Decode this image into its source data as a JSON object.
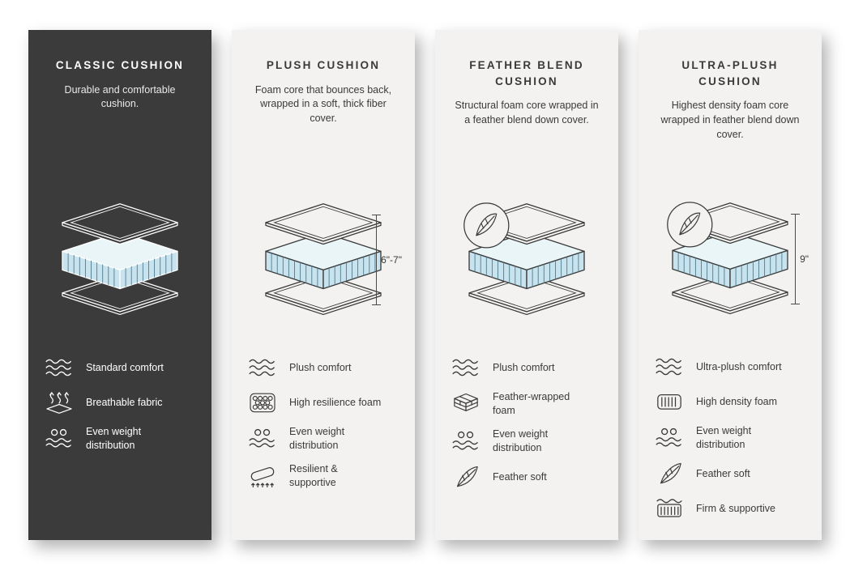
{
  "infographic": {
    "subject": "cushion comparison",
    "colors": {
      "dark_card_bg": "#3b3b3b",
      "light_card_bg": "#f3f2f0",
      "foam_side_blue": "#c8e3ee",
      "foam_top_blue": "#eaf5f8",
      "line_dark": "#3a3a3a",
      "line_light": "#ffffff"
    }
  },
  "columns": [
    {
      "id": "classic",
      "title": "CLASSIC CUSHION",
      "description": "Durable and comfortable cushion.",
      "theme": "dark",
      "feather_badge": false,
      "measurement": "",
      "features": [
        {
          "icon": "comfort-waves",
          "label": "Standard comfort"
        },
        {
          "icon": "breathable-fabric",
          "label": "Breathable fabric"
        },
        {
          "icon": "even-weight",
          "label": "Even weight distribution"
        }
      ]
    },
    {
      "id": "plush",
      "title": "PLUSH CUSHION",
      "description": "Foam core that bounces back, wrapped in a soft, thick fiber cover.",
      "theme": "light",
      "feather_badge": false,
      "measurement": "6\"-7\"",
      "features": [
        {
          "icon": "comfort-waves",
          "label": "Plush comfort"
        },
        {
          "icon": "resilience-foam",
          "label": "High resilience foam"
        },
        {
          "icon": "even-weight",
          "label": "Even weight distribution"
        },
        {
          "icon": "resilient-support",
          "label": "Resilient & supportive"
        }
      ]
    },
    {
      "id": "feather-blend",
      "title": "FEATHER BLEND CUSHION",
      "description": "Structural foam core wrapped in a feather blend down cover.",
      "theme": "light",
      "feather_badge": true,
      "measurement": "",
      "features": [
        {
          "icon": "comfort-waves",
          "label": "Plush comfort"
        },
        {
          "icon": "feather-wrapped-foam",
          "label": "Feather-wrapped foam"
        },
        {
          "icon": "even-weight",
          "label": "Even weight distribution"
        },
        {
          "icon": "feather-soft",
          "label": "Feather soft"
        }
      ]
    },
    {
      "id": "ultra-plush",
      "title": "ULTRA-PLUSH CUSHION",
      "description": "Highest density foam core wrapped in feather blend down cover.",
      "theme": "light",
      "feather_badge": true,
      "measurement": "9\"",
      "features": [
        {
          "icon": "comfort-waves",
          "label": "Ultra-plush comfort"
        },
        {
          "icon": "high-density-foam",
          "label": "High density foam"
        },
        {
          "icon": "even-weight",
          "label": "Even weight distribution"
        },
        {
          "icon": "feather-soft",
          "label": "Feather soft"
        },
        {
          "icon": "firm-support",
          "label": "Firm & supportive"
        }
      ]
    }
  ]
}
